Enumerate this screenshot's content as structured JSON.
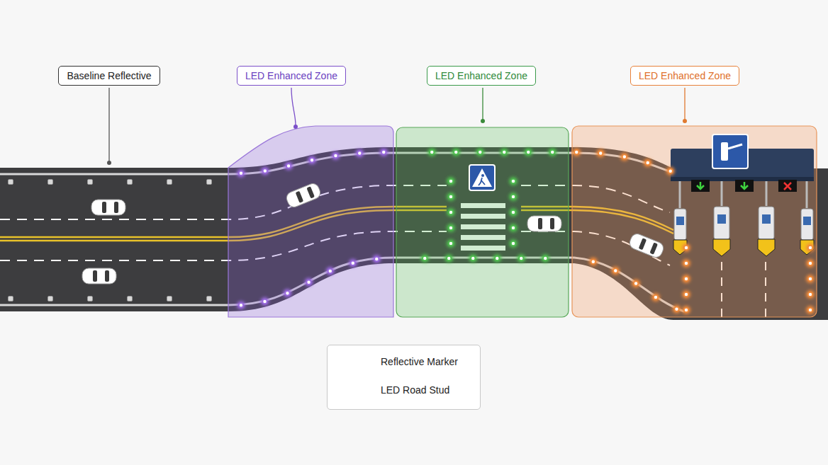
{
  "diagram": {
    "nodes": [
      {
        "text": [
          "Baseline Reflective"
        ]
      },
      {
        "text": [
          "LED Enhanced Zone"
        ]
      },
      {
        "text": [
          "LED Enhanced Zone"
        ]
      },
      {
        "text": [
          "LED Enhanced Zone"
        ]
      }
    ],
    "edges": [],
    "legend": [
      {
        "text": "Reflective Marker"
      },
      {
        "text": "LED Road Stud"
      }
    ]
  }
}
